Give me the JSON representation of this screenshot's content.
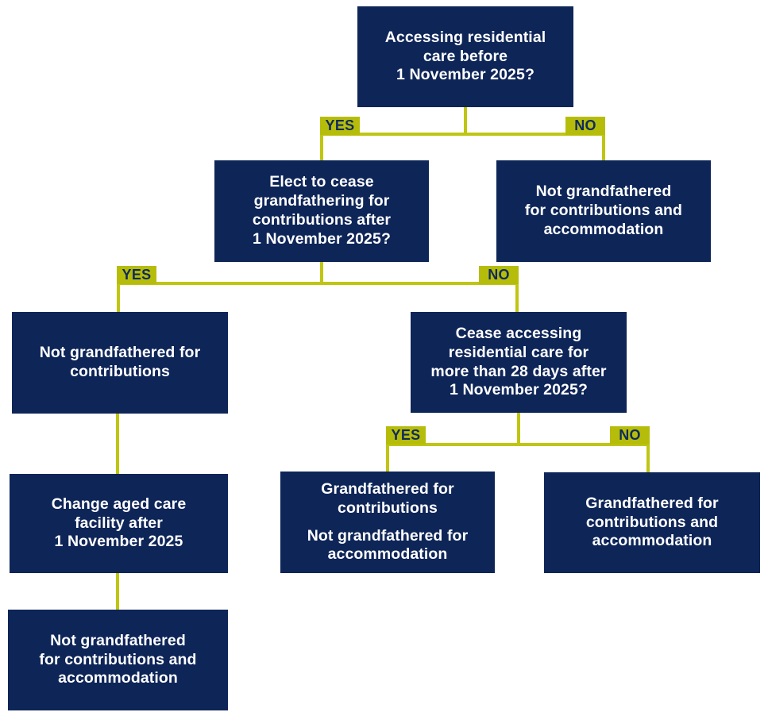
{
  "palette": {
    "node_background": "#0e2558",
    "node_text": "#ffffff",
    "connector_line": "#bfc513",
    "branch_label_background": "#b5bd0a",
    "branch_label_text": "#102a5e"
  },
  "branch_labels": {
    "yes": "YES",
    "no": "NO"
  },
  "nodes": {
    "q_accessing": {
      "text": "Accessing residential\ncare before\n1 November 2025?"
    },
    "q_elect_cease": {
      "text": "Elect to cease\ngrandfathering for\ncontributions after\n1 November 2025?"
    },
    "not_gf_contrib_accom_right": {
      "text": "Not grandfathered\nfor contributions and\naccommodation"
    },
    "not_gf_contrib": {
      "text": "Not grandfathered for\ncontributions"
    },
    "q_cease_28_days": {
      "text": "Cease accessing\nresidential care for\nmore than 28 days after\n1 November 2025?"
    },
    "gf_contrib_not_accom": {
      "text": "Grandfathered for\ncontributions",
      "text2": "Not grandfathered for\naccommodation"
    },
    "gf_contrib_accom": {
      "text": "Grandfathered for\ncontributions and\naccommodation"
    },
    "change_facility": {
      "text": "Change aged care\nfacility after\n1 November 2025"
    },
    "not_gf_contrib_accom_bottom": {
      "text": "Not grandfathered\nfor contributions and\naccommodation"
    }
  }
}
